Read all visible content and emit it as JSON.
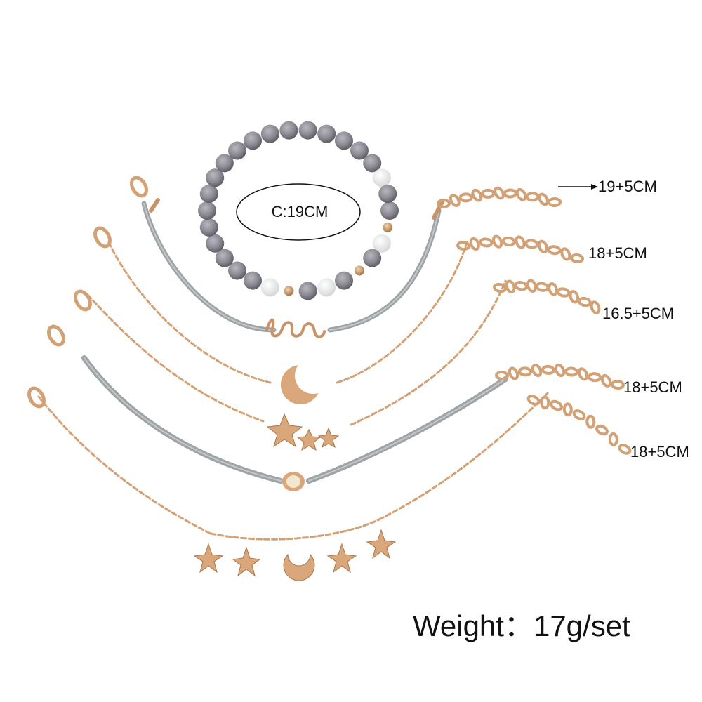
{
  "bracelet_circumference_label": "C:19CM",
  "length_labels": [
    "19+5CM",
    "18+5CM",
    "16.5+5CM",
    "18+5CM",
    "18+5CM"
  ],
  "weight_label": "Weight：17g/set",
  "colors": {
    "gold": "#d9a77a",
    "gold_dark": "#a9764c",
    "cord_gray": "#a9aeb0",
    "bead_gray": "#8c8a93",
    "bead_white": "#f3f3f1"
  }
}
